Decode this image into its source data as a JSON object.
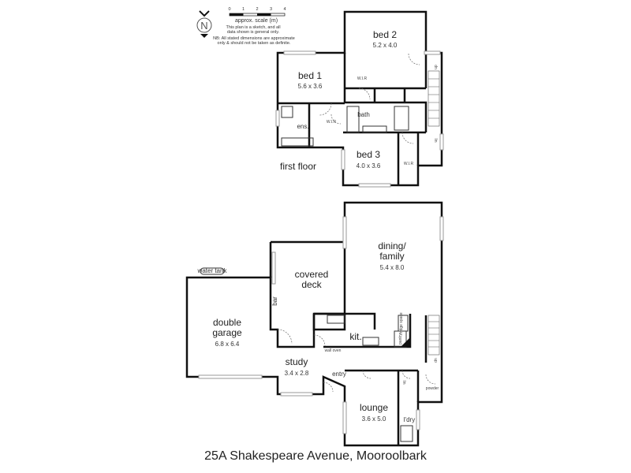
{
  "legend": {
    "scale_ticks": [
      "0",
      "1",
      "2",
      "3",
      "4"
    ],
    "scale_label": "approx. scale (m)",
    "disclaimer_1": "This plan is a sketch, and all",
    "disclaimer_2": "data shown is general only.",
    "disclaimer_3": "NB: All stated dimensions are approximate",
    "disclaimer_4": "only & should not be taken as definite.",
    "north_icon": "north-arrow-icon",
    "north_letter": "N"
  },
  "first_floor": {
    "label": "first floor",
    "rooms": {
      "bed2": {
        "name": "bed 2",
        "dims": "5.2 x 4.0"
      },
      "bed1": {
        "name": "bed 1",
        "dims": "5.6 x 3.6"
      },
      "bed3": {
        "name": "bed 3",
        "dims": "4.0 x 3.6"
      },
      "ens": {
        "name": "ens."
      },
      "bath": {
        "name": "bath"
      },
      "wir": "W.I.R",
      "lin": "lin",
      "stair": "dn"
    }
  },
  "ground_floor": {
    "rooms": {
      "dining": {
        "name_1": "dining/",
        "name_2": "family",
        "dims": "5.4 x 8.0"
      },
      "deck": {
        "name_1": "covered",
        "name_2": "deck"
      },
      "bar": "bar",
      "garage": {
        "name_1": "double",
        "name_2": "garage",
        "dims": "6.8 x 6.4"
      },
      "water_tank": "water tank",
      "kit": "kit.",
      "fridge": "fridge space",
      "pantry": "pantry",
      "wall_oven": "wall oven",
      "study": {
        "name": "study",
        "dims": "3.4 x 2.8"
      },
      "entry": "entry",
      "lounge": {
        "name": "lounge",
        "dims": "3.6 x 5.0"
      },
      "ldry": "l'dry",
      "powder": "powder",
      "stair": "up",
      "lin": "lin"
    }
  },
  "address": "25A Shakespeare Avenue, Mooroolbark"
}
